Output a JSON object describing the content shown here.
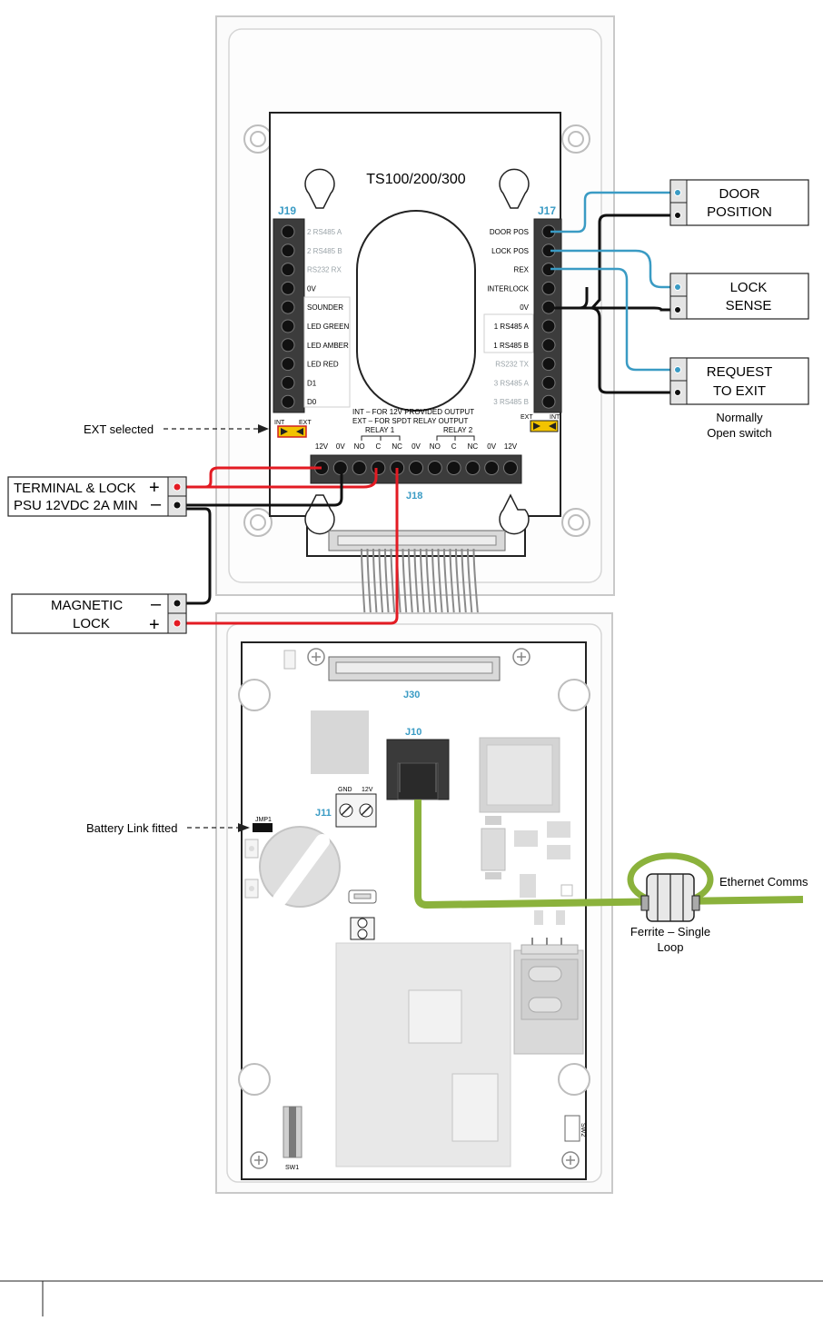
{
  "diagram": {
    "board_title": "TS100/200/300",
    "connectors": {
      "j19": "J19",
      "j17": "J17",
      "j18": "J18",
      "j30": "J30",
      "j10": "J10",
      "j11": "J11"
    },
    "j19_pins": [
      "2 RS485 A",
      "2 RS485 B",
      "RS232 RX",
      "0V",
      "SOUNDER",
      "LED GREEN",
      "LED AMBER",
      "LED RED",
      "D1",
      "D0"
    ],
    "j17_pins": [
      "DOOR POS",
      "LOCK POS",
      "REX",
      "INTERLOCK",
      "0V",
      "1 RS485 A",
      "1 RS485 B",
      "RS232 TX",
      "3 RS485 A",
      "3 RS485 B"
    ],
    "j18_pins": [
      "12V",
      "0V",
      "NO",
      "C",
      "NC",
      "0V",
      "NO",
      "C",
      "NC",
      "0V",
      "12V"
    ],
    "relay1": "RELAY 1",
    "relay2": "RELAY 2",
    "int_ext_note_1": "INT – FOR 12V PROVIDED OUTPUT",
    "int_ext_note_2": "EXT – FOR SPDT RELAY OUTPUT",
    "int": "INT",
    "ext": "EXT",
    "ext_selected": "EXT selected",
    "battery_link": "Battery Link fitted",
    "jmp1": "JMP1",
    "gnd": "GND",
    "v12": "12V",
    "sw1": "SW1",
    "sw2": "SW2",
    "psu_line1": "TERMINAL & LOCK",
    "psu_line2": "PSU 12VDC 2A MIN",
    "plus": "+",
    "minus": "–",
    "maglock_line1": "MAGNETIC",
    "maglock_line2": "LOCK",
    "door_line1": "DOOR",
    "door_line2": "POSITION",
    "locksense_line1": "LOCK",
    "locksense_line2": "SENSE",
    "rex_line1": "REQUEST",
    "rex_line2": "TO EXIT",
    "rex_note1": "Normally",
    "rex_note2": "Open switch",
    "ethernet": "Ethernet Comms",
    "ferrite1": "Ferrite – Single",
    "ferrite2": "Loop"
  },
  "colors": {
    "red_wire": "#e31b23",
    "black_wire": "#111111",
    "blue_wire": "#3a9bc4",
    "green_cable": "#8bb23c",
    "connector_label": "#3a9bc4",
    "terminal_block": "#3c3c3c"
  }
}
